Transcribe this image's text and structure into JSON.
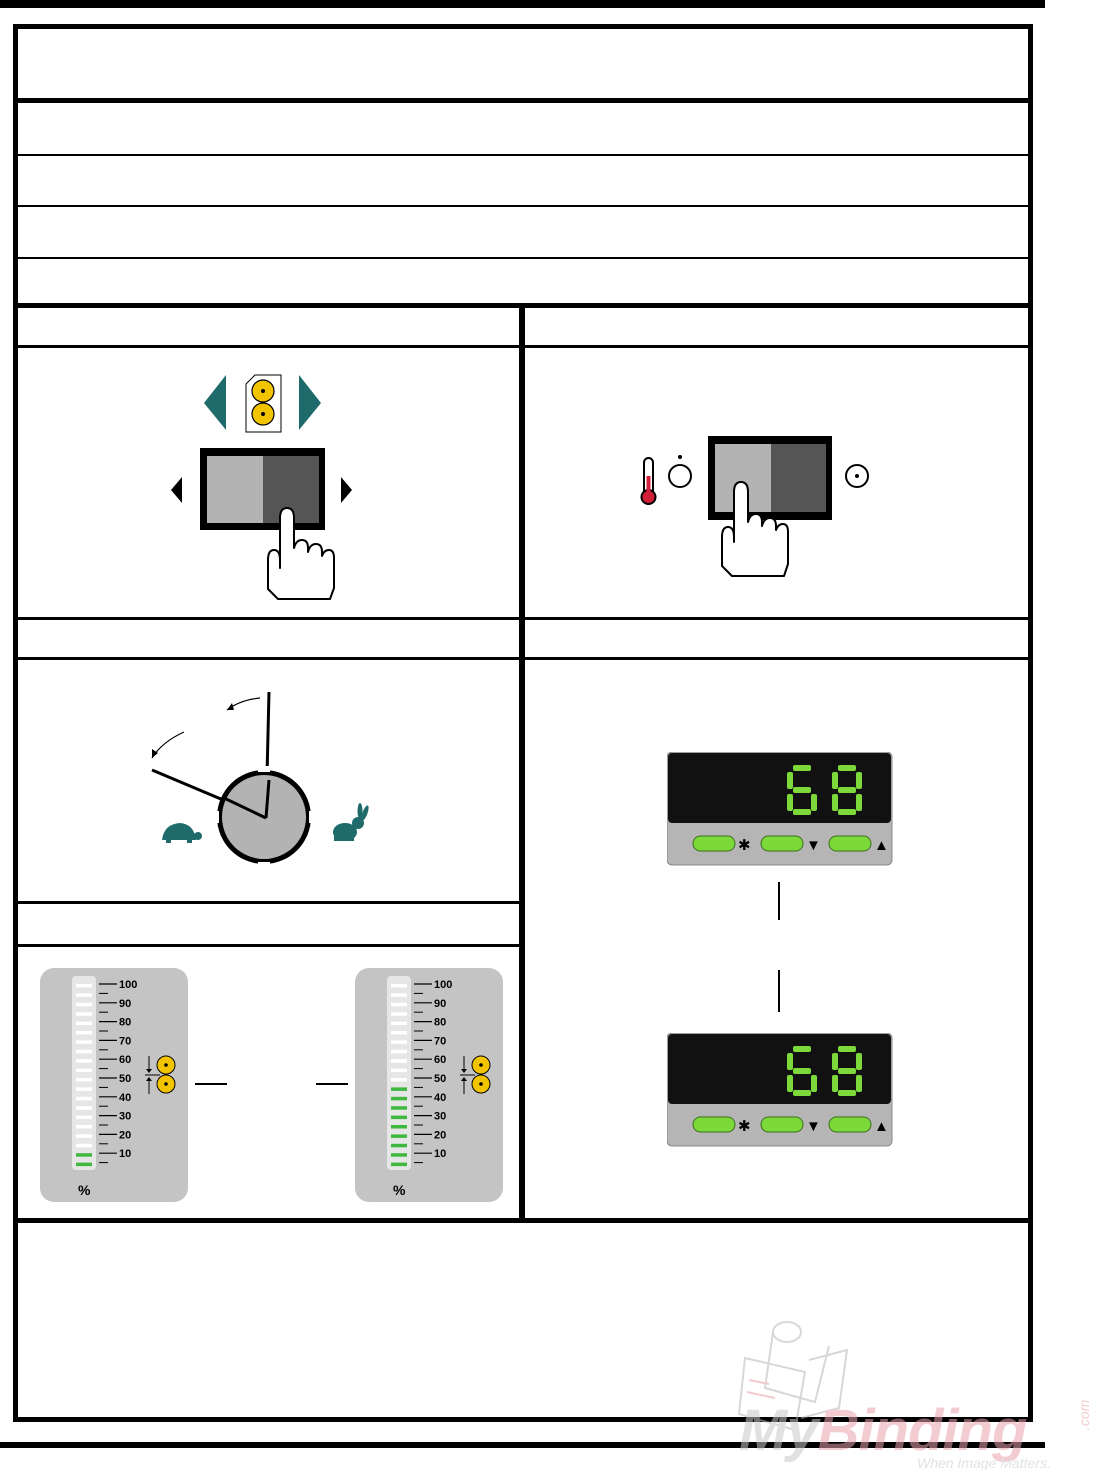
{
  "gauge": {
    "ticks": [
      "100",
      "90",
      "80",
      "70",
      "60",
      "50",
      "40",
      "30",
      "20",
      "10"
    ],
    "unit": "%",
    "left_level_percent": 10,
    "right_level_percent": 45
  },
  "displays": {
    "top_value": "68",
    "bottom_value": "68",
    "buttons": [
      "✱",
      "▼",
      "▲"
    ],
    "segment_color": "#7dd93a"
  },
  "watermark": {
    "brand": "MyBinding",
    "tagline": "When Image Matters.",
    "suffix": ".com"
  },
  "colors": {
    "teal": "#1f6b6b",
    "yellow": "#f2c400",
    "green_led": "#3fb83f",
    "thermo_red": "#d11f3a"
  }
}
